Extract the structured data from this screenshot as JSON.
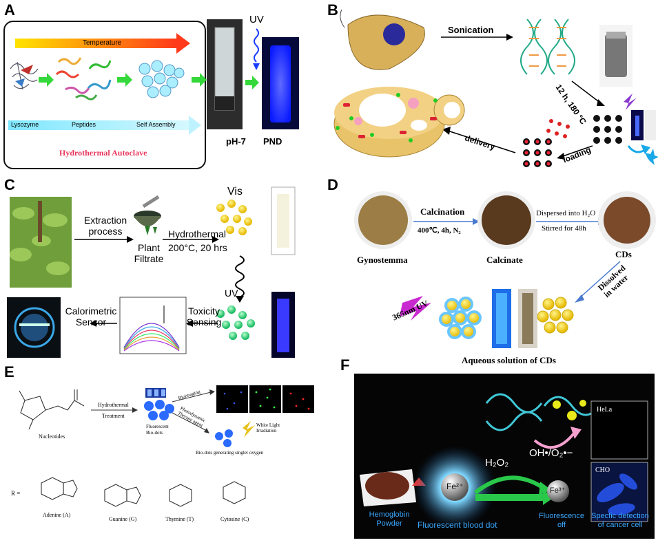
{
  "panels": {
    "a": {
      "letter": "A",
      "temperature": "Temperature",
      "uv": "UV",
      "lysozyme": "Lysozyme",
      "peptides": "Peptides",
      "self_assembly": "Self Assembly",
      "hydrothermal": "Hydrothermal Autoclave",
      "ph": "pH-7",
      "pnd": "PND"
    },
    "b": {
      "letter": "B",
      "sonication": "Sonication",
      "condition": "12 h, 180 °C",
      "loading": "loading",
      "delivery": "delivery"
    },
    "c": {
      "letter": "C",
      "extraction": "Extraction\nprocess",
      "plant": "Plant\nFiltrate",
      "hydrothermal": "Hydrothermal",
      "conditions": "200°C, 20 hrs",
      "vis": "Vis",
      "uv": "UV",
      "toxicity": "Toxicity\nSensing",
      "calorimetric": "Calorimetric\nSensor"
    },
    "d": {
      "letter": "D",
      "calcination": "Calcination",
      "calc_cond": "400℃, 4h, N₂",
      "dispersed": "Dispersed into H₂O",
      "stirred": "Stirred for 48h",
      "gynostemma": "Gynostemma",
      "calcinate": "Calcinate",
      "cds": "CDs",
      "dissolved": "Dissolved\nin water",
      "uv": "365nm UV",
      "aqueous": "Aqueous solution of CDs"
    },
    "e": {
      "letter": "E",
      "hydrothermal": "Hydrothermal",
      "treatment": "Treatment",
      "nucleotides": "Nucleotides",
      "fluorescent": "Fluorescent\nBio-dots",
      "bioimaging": "Bioimaging",
      "photodynamic": "Photodynamic\nTherapy agent",
      "white_light": "White Light\nIrradiation",
      "singlet": "Bio-dots generating singlet oxygen",
      "r": "R =",
      "adenine": "Adenine (A)",
      "guanine": "Guanine (G)",
      "thymine": "Thymine (T)",
      "cytosine": "Cytosine (C)"
    },
    "f": {
      "letter": "F",
      "hemoglobin": "Hemoglobin\nPowder",
      "blood_dot": "Fluorescent blood dot",
      "fe2": "Fe²⁺",
      "fe3": "Fe³⁺",
      "h2o2": "H₂O₂",
      "oh": "OH•/O₂•−",
      "off": "Fluorescence\noff",
      "specific": "Specfic detection\nof cancer cell",
      "hela": "HeLa",
      "cho": "CHO"
    }
  },
  "colors": {
    "uv_blue": "#1a3cff",
    "glow_blue": "#2aa8ff",
    "dot_yellow": "#f3d81a",
    "dot_green": "#2bd27a",
    "dark_bg": "#050505",
    "calcinate_brown": "#5a3a1f",
    "gyno_tan": "#9b7d45",
    "hydro_red": "#e8365d"
  }
}
